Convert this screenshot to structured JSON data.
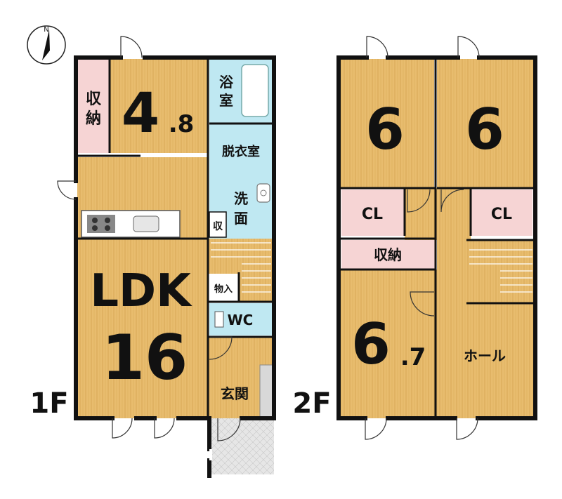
{
  "compass": {
    "north_label": "N"
  },
  "floor1": {
    "label": "1F",
    "rooms": {
      "storage_left": {
        "c1": "収",
        "c2": "納"
      },
      "room_small_main": "4",
      "room_small_frac": ".8",
      "bath": {
        "c1": "浴",
        "c2": "室"
      },
      "dressing": "脱衣室",
      "wash": {
        "c1": "洗",
        "c2": "面"
      },
      "storage_small": "収",
      "ldk_label": "LDK",
      "ldk_size": "16",
      "closet": "物入",
      "wc": "WC",
      "entrance": "玄関"
    }
  },
  "floor2": {
    "label": "2F",
    "rooms": {
      "room_a": "6",
      "room_b": "6",
      "cl_left": "CL",
      "cl_right": "CL",
      "storage": "収納",
      "room_c_main": "6",
      "room_c_frac": ".7",
      "hall": "ホール"
    }
  },
  "colors": {
    "wood": "#e6b86a",
    "wood_line": "#d4a252",
    "pink": "#f6d4d4",
    "aqua": "#bfe8f2",
    "wall": "#111111",
    "porch": "#e2e2e2"
  }
}
